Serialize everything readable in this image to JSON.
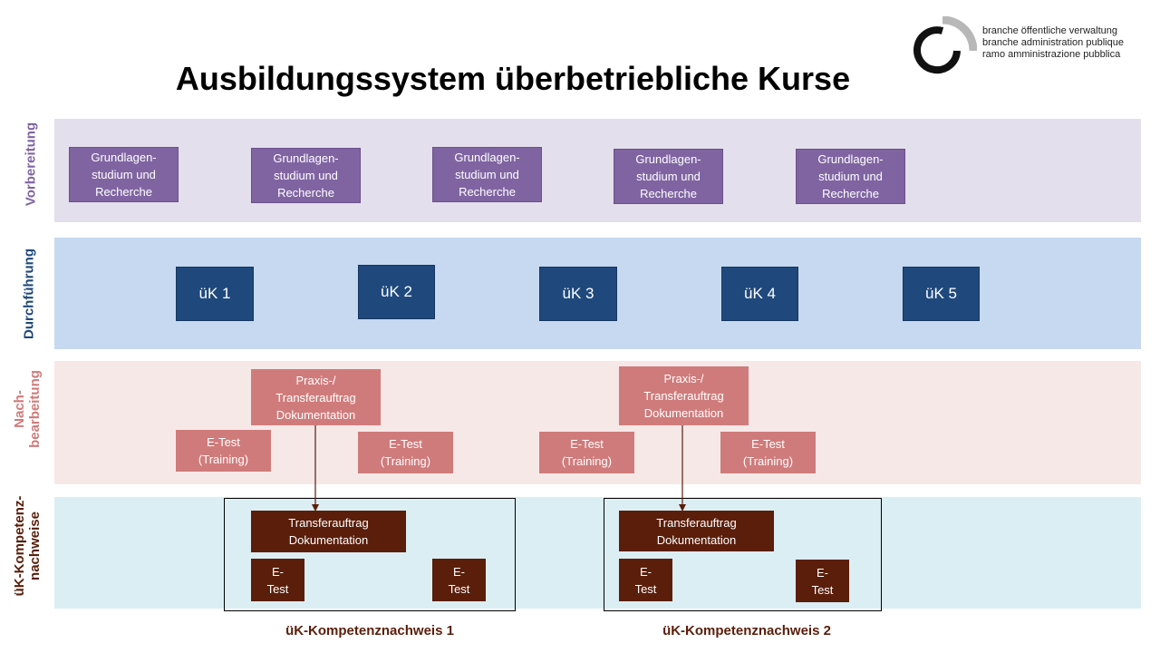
{
  "title": "Ausbildungssystem überbetriebliche Kurse",
  "logo": {
    "lines": [
      "branche öffentliche verwaltung",
      "branche administration publique",
      "ramo amministrazione pubblica"
    ]
  },
  "lanes": {
    "vorbereitung": "Vorbereitung",
    "durchfuehrung": "Durchführung",
    "nachbearbeitung": "Nach-\nbearbeitung",
    "kompetenz": "üK-Kompetenz-\nnachweise"
  },
  "prep_boxes": [
    "Grundlagen-\nstudium und\nRecherche",
    "Grundlagen-\nstudium und\nRecherche",
    "Grundlagen-\nstudium und\nRecherche",
    "Grundlagen-\nstudium und\nRecherche",
    "Grundlagen-\nstudium und\nRecherche"
  ],
  "uek_boxes": [
    "üK 1",
    "üK 2",
    "üK 3",
    "üK 4",
    "üK 5"
  ],
  "post": {
    "praxis1": "Praxis-/\nTransferauftrag\nDokumentation",
    "praxis2": "Praxis-/\nTransferauftrag\nDokumentation",
    "etest": [
      "E-Test\n(Training)",
      "E-Test\n(Training)",
      "E-Test\n(Training)",
      "E-Test\n(Training)"
    ]
  },
  "comp": {
    "transfer1": "Transferauftrag\nDokumentation",
    "transfer2": "Transferauftrag\nDokumentation",
    "etest": [
      "E-\nTest",
      "E-\nTest",
      "E-\nTest",
      "E-\nTest"
    ],
    "caption1": "üK-Kompetenznachweis 1",
    "caption2": "üK-Kompetenznachweis 2"
  },
  "colors": {
    "vorbereitung_lane": "#e4dfec",
    "durchfuehrung_lane": "#c6d9f0",
    "nachbearbeitung_lane": "#f7e8e8",
    "kompetenz_lane": "#dbeef3",
    "vorbereitung_label": "#8064a2",
    "durchfuehrung_label": "#1f497d",
    "nachbearbeitung_label": "#d07b7b",
    "kompetenz_label": "#5a1e0a"
  }
}
